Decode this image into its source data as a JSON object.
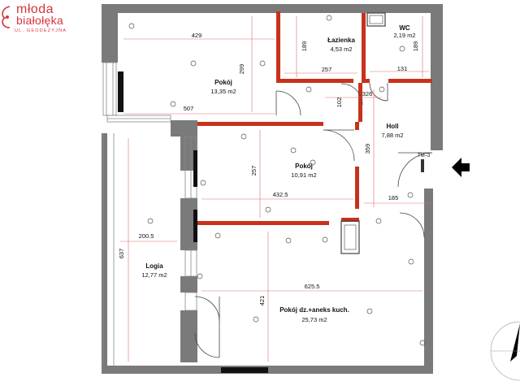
{
  "brand": {
    "line1": "młoda",
    "line2": "białołęka",
    "address": "UL. GEODEZYJNA",
    "color": "#d6343d"
  },
  "rooms": [
    {
      "id": "pokoj-1",
      "name": "Pokój",
      "area": "13,35 m2"
    },
    {
      "id": "lazienka",
      "name": "Łazienka",
      "area": "4,53 m2"
    },
    {
      "id": "wc",
      "name": "WC",
      "area": "2,19 m2"
    },
    {
      "id": "holl",
      "name": "Holl",
      "area": "7,88 m2"
    },
    {
      "id": "pokoj-2",
      "name": "Pokój",
      "area": "10,91 m2"
    },
    {
      "id": "logia",
      "name": "Logia",
      "area": "12,77 m2"
    },
    {
      "id": "pokoj-dz",
      "name": "Pokój dz.+aneks kuch.",
      "area": "25,73 m2"
    }
  ],
  "dimensions": [
    "429",
    "299",
    "507",
    "189",
    "257",
    "102",
    "326",
    "131",
    "189",
    "257",
    "432.5",
    "359",
    "185",
    "200.5",
    "637",
    "625.5",
    "421"
  ],
  "markers": {
    "tm": "TM–3"
  },
  "colors": {
    "wall": "#7a7a7a",
    "partition": "#c8321c",
    "dim_line": "#e46a6a",
    "entrance_arrow": "#000000"
  }
}
